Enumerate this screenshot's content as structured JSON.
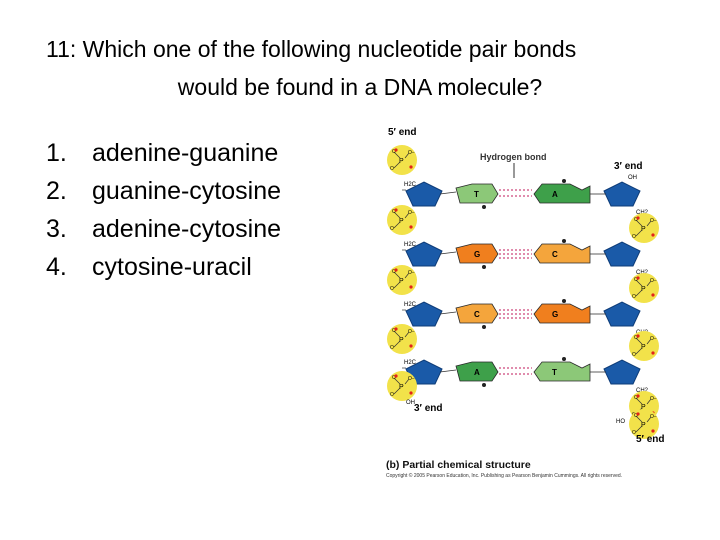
{
  "question": {
    "line1": "11:  Which one of the following nucleotide pair bonds",
    "line2": "would be found in a DNA molecule?"
  },
  "options": [
    {
      "num": "1.",
      "text": "adenine-guanine"
    },
    {
      "num": "2.",
      "text": "guanine-cytosine"
    },
    {
      "num": "3.",
      "text": "adenine-cytosine"
    },
    {
      "num": "4.",
      "text": "cytosine-uracil"
    }
  ],
  "figure": {
    "labels": {
      "five_end_top": "5′ end",
      "hydrogen_bond": "Hydrogen bond",
      "three_end_top": "3′ end",
      "three_end_bottom": "3′ end",
      "five_end_bottom": "5′ end",
      "oh": "OH",
      "ho": "HO",
      "h2c": "H2C",
      "ch2": "CH2",
      "p": "P",
      "o_minus": "O−",
      "o": "O"
    },
    "pairs": [
      {
        "left": "T",
        "right": "A"
      },
      {
        "left": "G",
        "right": "C"
      },
      {
        "left": "C",
        "right": "G"
      },
      {
        "left": "A",
        "right": "T"
      }
    ],
    "caption": "(b) Partial chemical structure",
    "copyright": "Copyright © 2005 Pearson Education, Inc. Publishing as Pearson Benjamin Cummings. All rights reserved.",
    "colors": {
      "phosphate": "#f2e24a",
      "sugar": "#1a5aa8",
      "thymine": "#8cc878",
      "adenine": "#3ea04a",
      "guanine": "#f07f1e",
      "cytosine": "#f4a53c",
      "label_red": "#e2231a"
    }
  }
}
